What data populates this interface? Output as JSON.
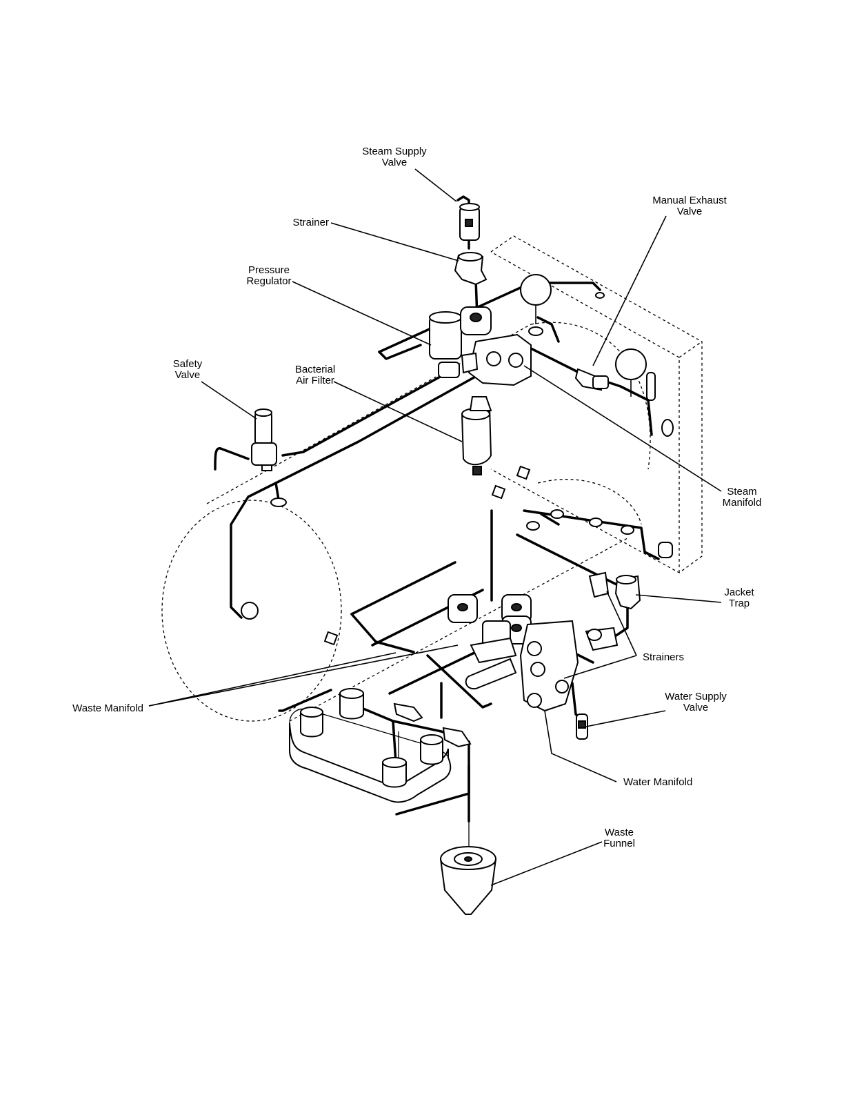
{
  "labels": {
    "steam_supply_valve": [
      "Steam Supply",
      "Valve"
    ],
    "strainer": "Strainer",
    "pressure_regulator": [
      "Pressure",
      "Regulator"
    ],
    "safety_valve": [
      "Safety",
      "Valve"
    ],
    "bacterial_air_filter": [
      "Bacterial",
      "Air Filter"
    ],
    "manual_exhaust_valve": [
      "Manual Exhaust",
      "Valve"
    ],
    "steam_manifold": [
      "Steam",
      "Manifold"
    ],
    "jacket_trap": [
      "Jacket",
      "Trap"
    ],
    "strainers": "Strainers",
    "water_supply_valve": [
      "Water Supply",
      "Valve"
    ],
    "waste_manifold": "Waste Manifold",
    "water_manifold": "Water Manifold",
    "waste_funnel": [
      "Waste",
      "Funnel"
    ]
  }
}
